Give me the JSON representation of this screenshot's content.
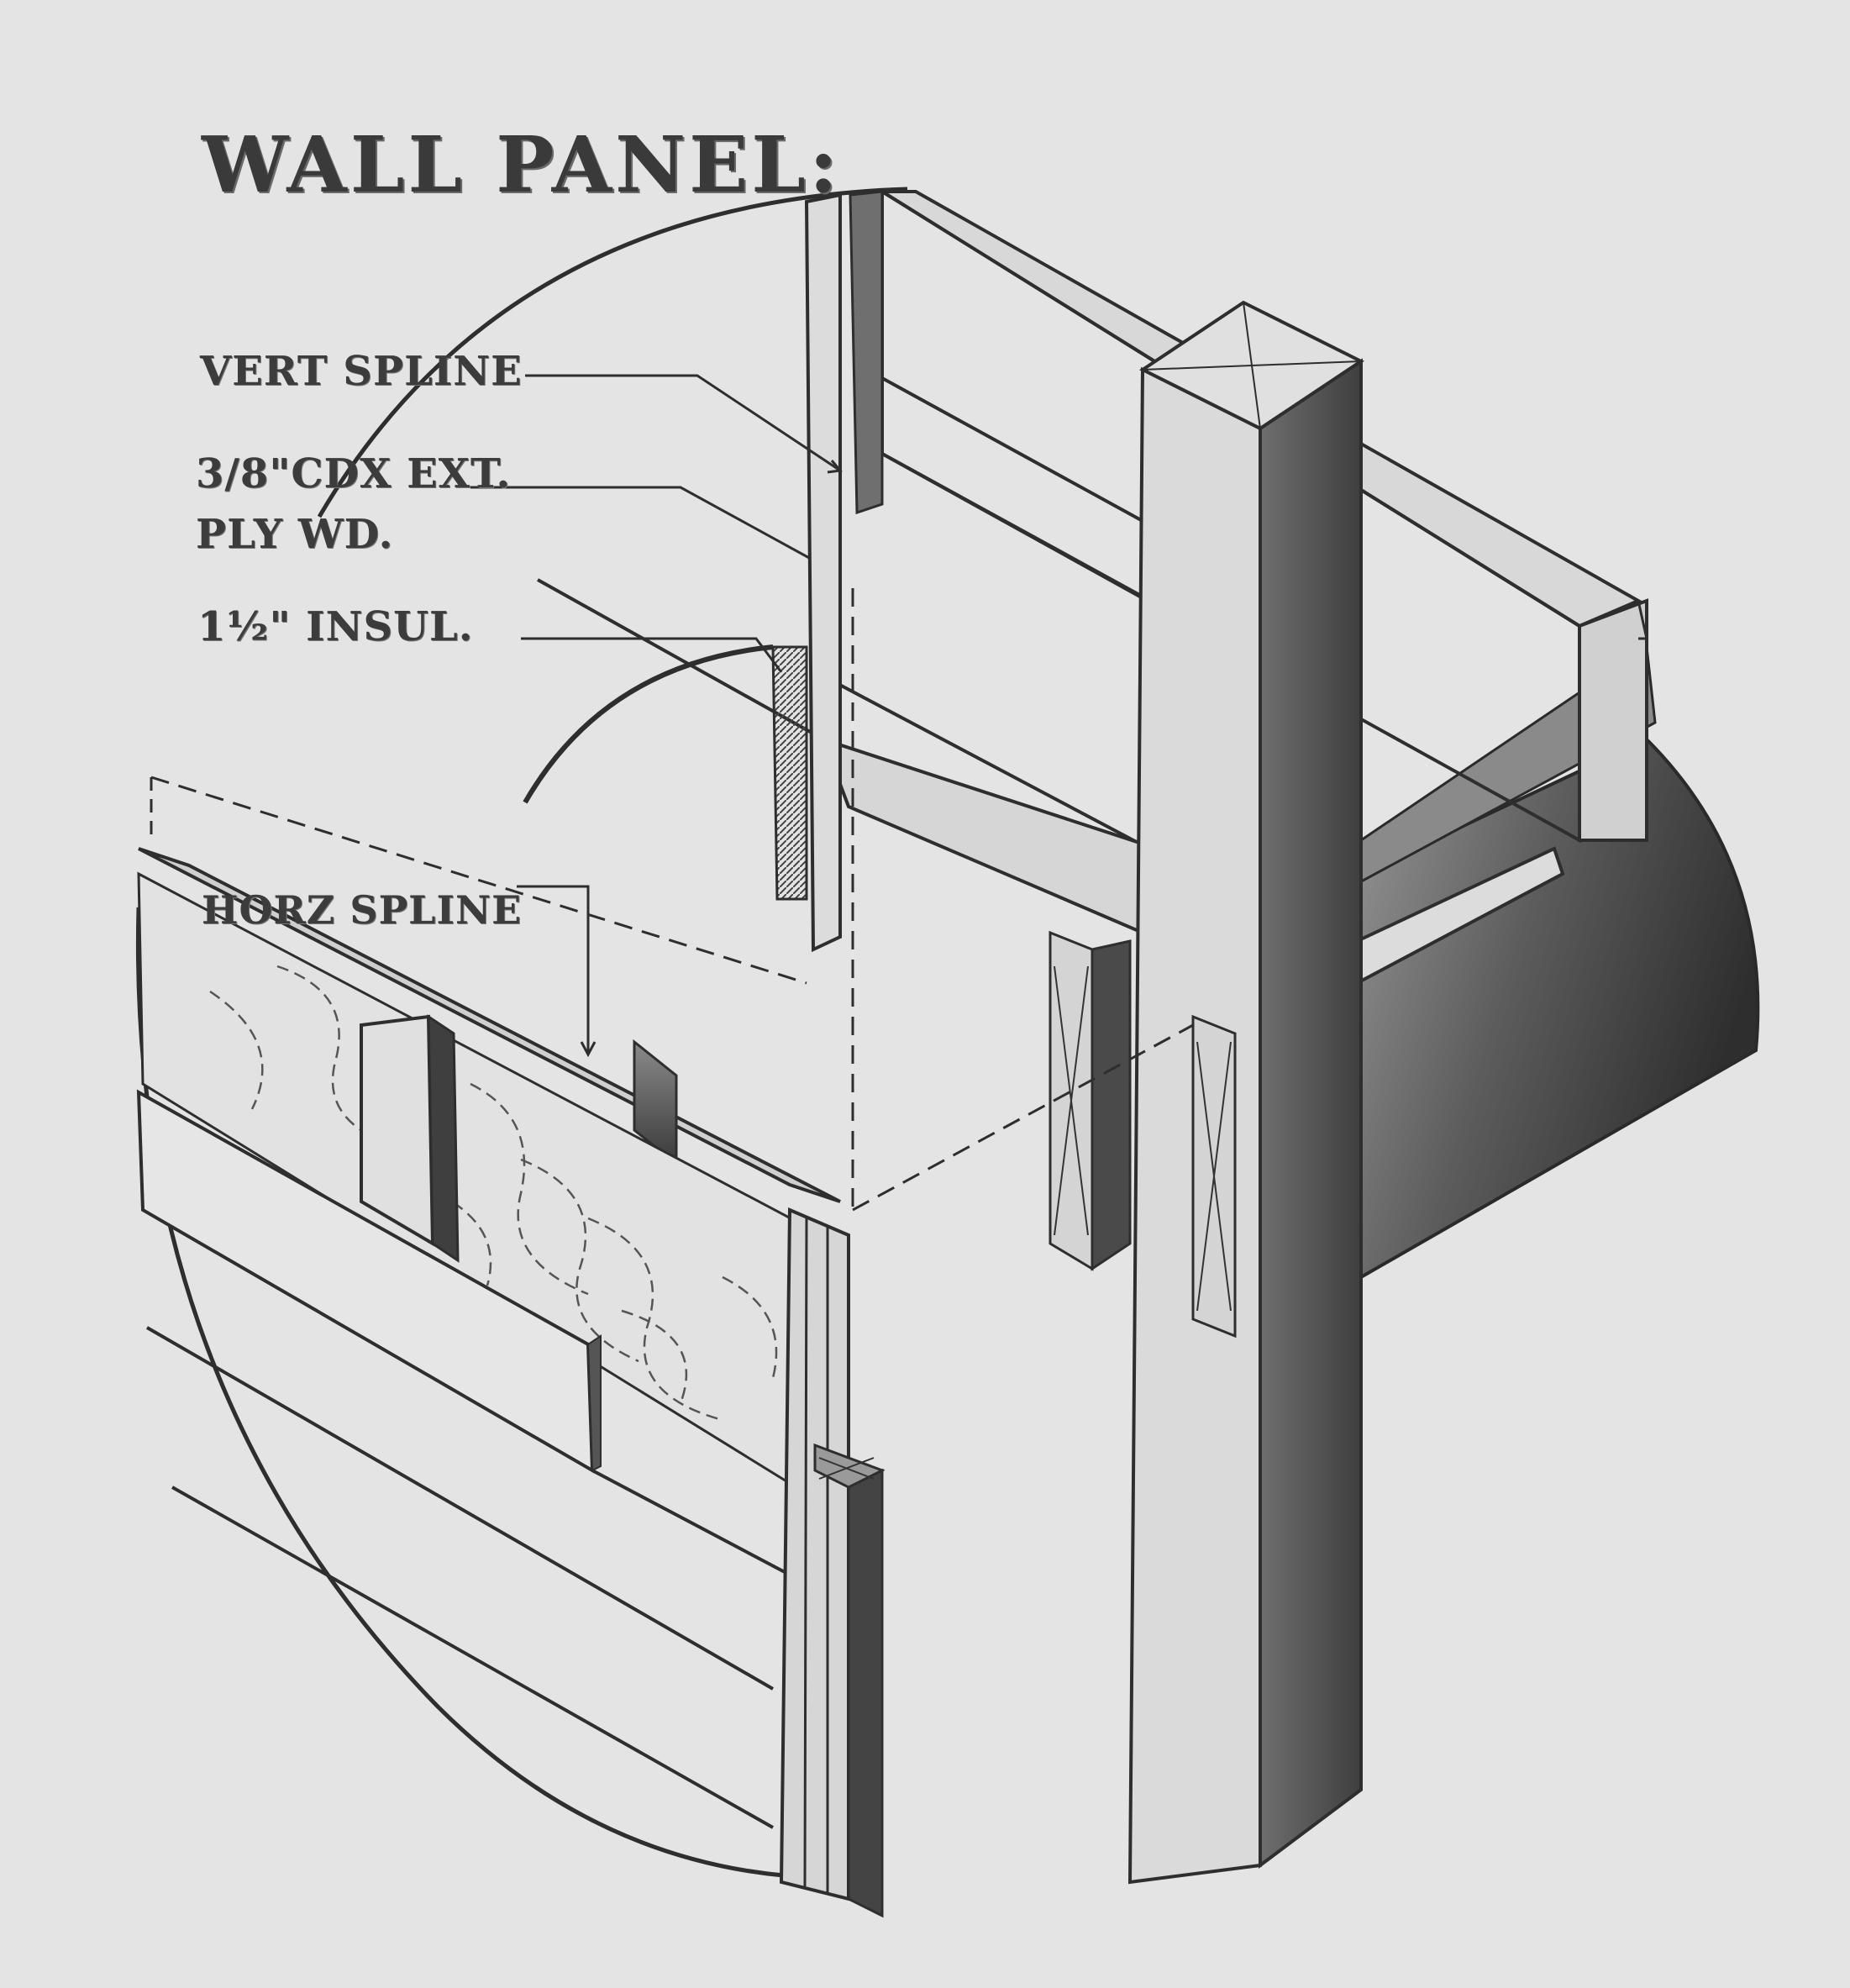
{
  "title": "WALL PANEL:",
  "callouts": {
    "vert_spline": "VERT SPLINE",
    "plywood_line1": "3/8\"CDX EXT.",
    "plywood_line2": "PLY WD.",
    "insulation": "1½\" INSUL.",
    "horz_spline": "HORZ SPLINE"
  }
}
